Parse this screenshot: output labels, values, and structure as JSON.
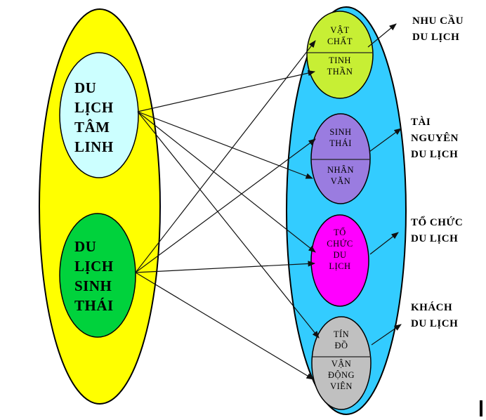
{
  "colors": {
    "left_outer": "#ffff00",
    "right_outer": "#33ccff",
    "spiritual_tourism": "#ccffff",
    "eco_tourism": "#00d23c",
    "material_spiritual": "#c7ef34",
    "eco_humanistic": "#9a7ce0",
    "organization": "#ff00ff",
    "visitors": "#c0c0c0",
    "line": "#111111"
  },
  "left_ellipses": [
    {
      "id": "du-lich-tam-linh",
      "label": "DU\nLỊCH\nTÂM\nLINH"
    },
    {
      "id": "du-lich-sinh-thai",
      "label": "DU\nLỊCH\nSINH\nTHÁI"
    }
  ],
  "right_ellipses": [
    {
      "id": "vat-chat-tinh-than",
      "top": "VẬT\nCHẤT",
      "bottom": "TINH\nTHẦN"
    },
    {
      "id": "sinh-thai-nhan-van",
      "top": "SINH\nTHÁI",
      "bottom": "NHÂN\nVĂN"
    },
    {
      "id": "to-chuc-du-lich",
      "label": "TỔ\nCHỨC\nDU\nLỊCH"
    },
    {
      "id": "tin-do-van-dong-vien",
      "top": "TÍN\nĐỒ",
      "bottom": "VẬN\nĐỘNG\nVIÊN"
    }
  ],
  "outer_labels": [
    {
      "label": "NHU CẦU\nDU LỊCH"
    },
    {
      "label": "TÀI\nNGUYÊN\nDU LỊCH"
    },
    {
      "label": "TỔ CHỨC\nDU LỊCH"
    },
    {
      "label": "KHÁCH\nDU LỊCH"
    }
  ],
  "connections": [
    {
      "from": "DU LỊCH TÂM LINH",
      "to": "TINH THẦN"
    },
    {
      "from": "DU LỊCH TÂM LINH",
      "to": "NHÂN VĂN"
    },
    {
      "from": "DU LỊCH TÂM LINH",
      "to": "TỔ CHỨC DU LỊCH"
    },
    {
      "from": "DU LỊCH TÂM LINH",
      "to": "TÍN ĐỒ"
    },
    {
      "from": "DU LỊCH SINH THÁI",
      "to": "VẬT CHẤT"
    },
    {
      "from": "DU LỊCH SINH THÁI",
      "to": "SINH THÁI"
    },
    {
      "from": "DU LỊCH SINH THÁI",
      "to": "TỔ CHỨC DU LỊCH"
    },
    {
      "from": "DU LỊCH SINH THÁI",
      "to": "VẬN ĐỘNG VIÊN"
    },
    {
      "from": "VẬT CHẤT / TINH THẦN",
      "to": "NHU CẦU DU LỊCH"
    },
    {
      "from": "SINH THÁI / NHÂN VĂN",
      "to": "TÀI NGUYÊN DU LỊCH"
    },
    {
      "from": "TỔ CHỨC DU LỊCH",
      "to": "TỔ CHỨC DU LỊCH"
    },
    {
      "from": "TÍN ĐỒ / VẬN ĐỘNG VIÊN",
      "to": "KHÁCH DU LỊCH"
    }
  ]
}
